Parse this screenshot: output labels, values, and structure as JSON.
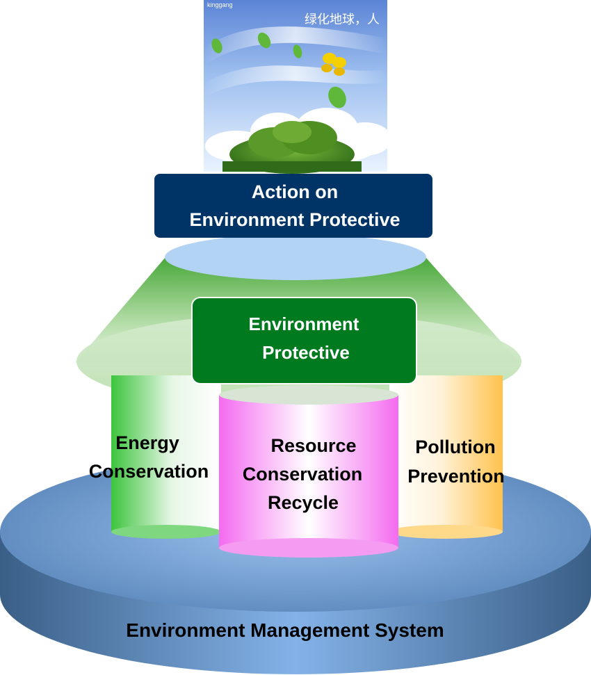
{
  "image": {
    "watermark": "kinggang",
    "caption_cn": "绿化地球，人"
  },
  "top_box": {
    "line1": "Action on",
    "line2": "Environment Protective",
    "color": "#003366"
  },
  "middle_box": {
    "line1": "Environment",
    "line2": "Protective",
    "color": "#007A1E"
  },
  "pillars": [
    {
      "line1": "Energy",
      "line2": "Conservation",
      "line3": "",
      "color": "#3CC43C"
    },
    {
      "line1": "Resource",
      "line2": "Conservation",
      "line3": "Recycle",
      "color": "#F46BF0"
    },
    {
      "line1": "Pollution",
      "line2": "Prevention",
      "line3": "",
      "color": "#FFC24C"
    }
  ],
  "base": {
    "label": "Environment Management System",
    "color": "#3F6A96"
  }
}
